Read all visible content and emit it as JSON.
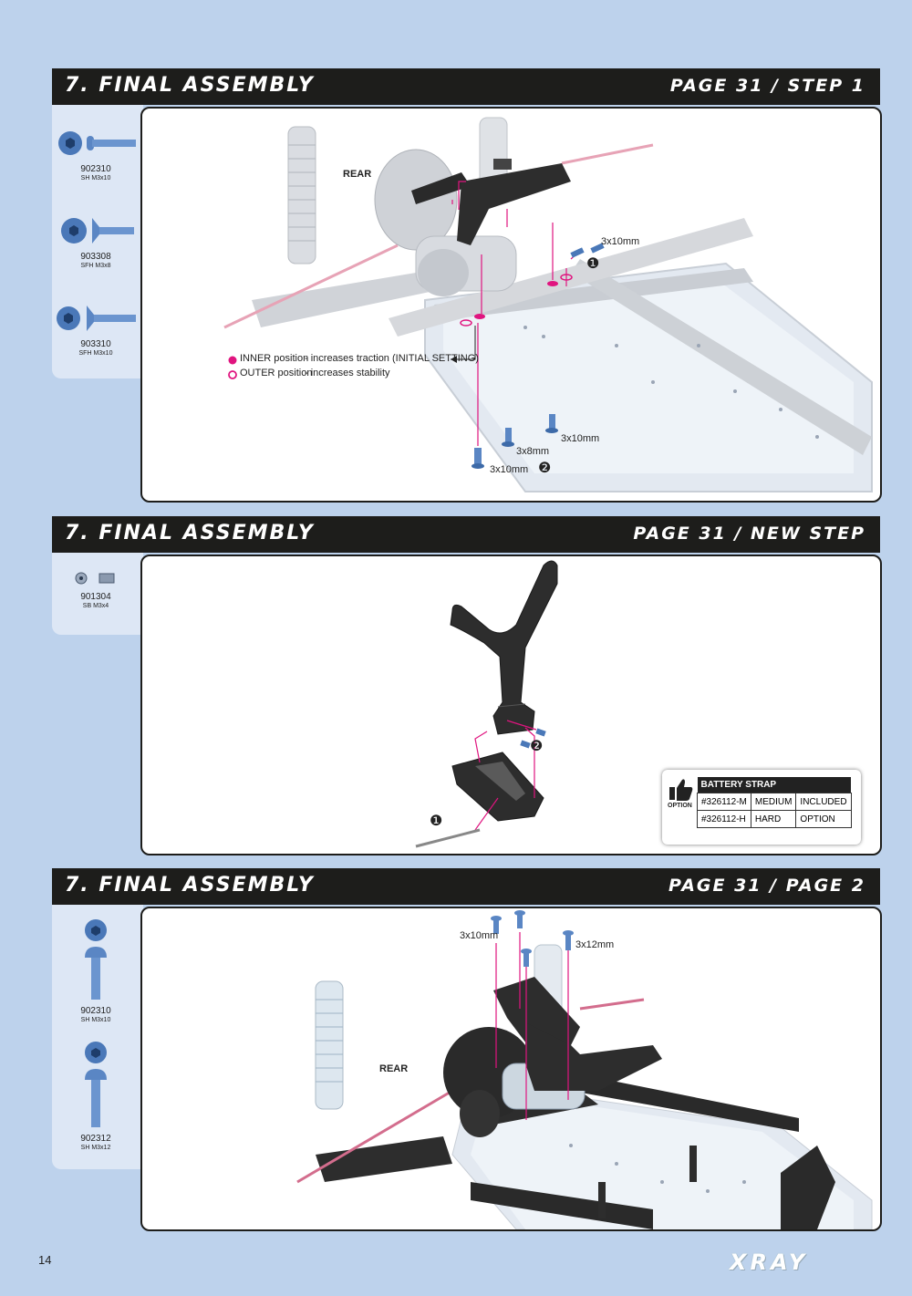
{
  "sections": [
    {
      "title": "7. FINAL ASSEMBLY",
      "page_ref": "PAGE 31  /  STEP 1",
      "parts": [
        {
          "number": "902310",
          "spec": "SH M3x10"
        },
        {
          "number": "903308",
          "spec": "SFH M3x8"
        },
        {
          "number": "903310",
          "spec": "SFH M3x10"
        }
      ],
      "labels": {
        "rear": "REAR",
        "screw_a": "3x10mm",
        "screw_b": "3x10mm",
        "screw_c": "3x8mm",
        "screw_d": "3x10mm",
        "step1": "❶",
        "step2": "❷"
      },
      "legend": [
        {
          "position": "INNER position",
          "effect": "- increases traction (INITIAL SETTING)"
        },
        {
          "position": "OUTER position",
          "effect": "- increases stability"
        }
      ]
    },
    {
      "title": "7. FINAL ASSEMBLY",
      "page_ref": "PAGE 31  /  NEW STEP",
      "parts": [
        {
          "number": "901304",
          "spec": "SB M3x4"
        }
      ],
      "labels": {
        "step1": "❶",
        "step2": "❷"
      },
      "option": {
        "tag": "OPTION",
        "header": "BATTERY STRAP",
        "rows": [
          [
            "#326112-M",
            "MEDIUM",
            "INCLUDED"
          ],
          [
            "#326112-H",
            "HARD",
            "OPTION"
          ]
        ]
      }
    },
    {
      "title": "7. FINAL ASSEMBLY",
      "page_ref": "PAGE 31  /  PAGE 2",
      "parts": [
        {
          "number": "902310",
          "spec": "SH M3x10"
        },
        {
          "number": "902312",
          "spec": "SH M3x12"
        }
      ],
      "labels": {
        "rear": "REAR",
        "screw_a": "3x10mm",
        "screw_b": "3x12mm"
      }
    }
  ],
  "footer": {
    "page_number": "14",
    "logo": "XRAY"
  },
  "colors": {
    "accent": "#e0147f",
    "header_bg": "#1d1d1b",
    "page_bg": "#bdd2ec",
    "sidebar_bg": "#dde7f5"
  }
}
